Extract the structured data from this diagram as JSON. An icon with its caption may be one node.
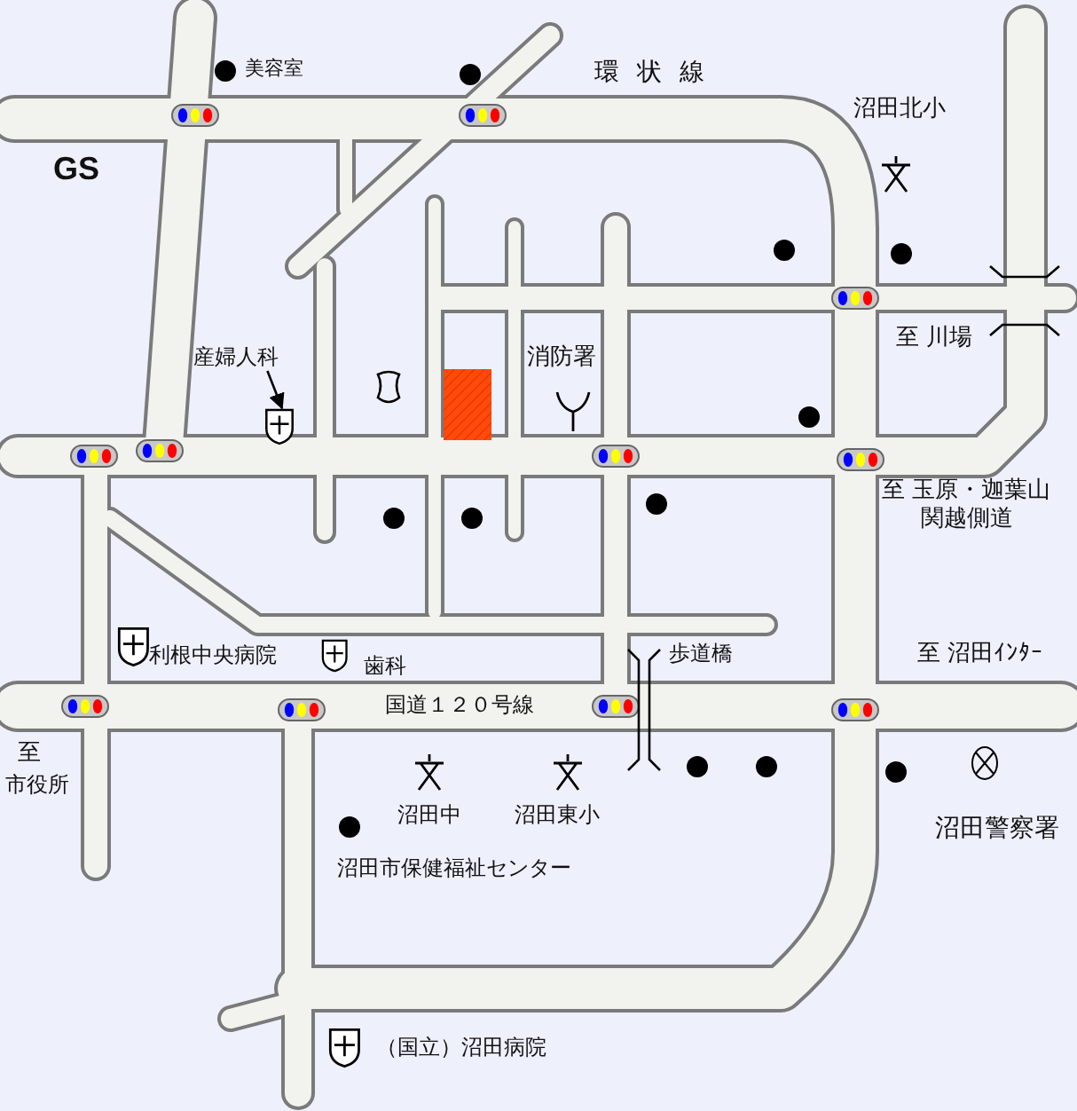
{
  "diagram": {
    "nodes": [
      {
        "text": [
          "産婦人科"
        ]
      },
      {
        "text": [],
        "shape": "picture"
      }
    ],
    "edges": [
      {
        "from": 0,
        "to": 1,
        "arrow": "to"
      }
    ],
    "labels": [
      "美容室",
      "環状線",
      "沼田北小",
      "GS",
      "消防署",
      "至 川場",
      "至 玉原・迦葉山",
      "関越側道",
      "利根中央病院",
      "歯科",
      "歩道橋",
      "至 沼田ｲﾝﾀｰ",
      "国道１２０号線",
      "至",
      "市役所",
      "沼田中",
      "沼田東小",
      "沼田警察署",
      "沼田市保健福祉センター",
      "（国立）沼田病院"
    ]
  }
}
